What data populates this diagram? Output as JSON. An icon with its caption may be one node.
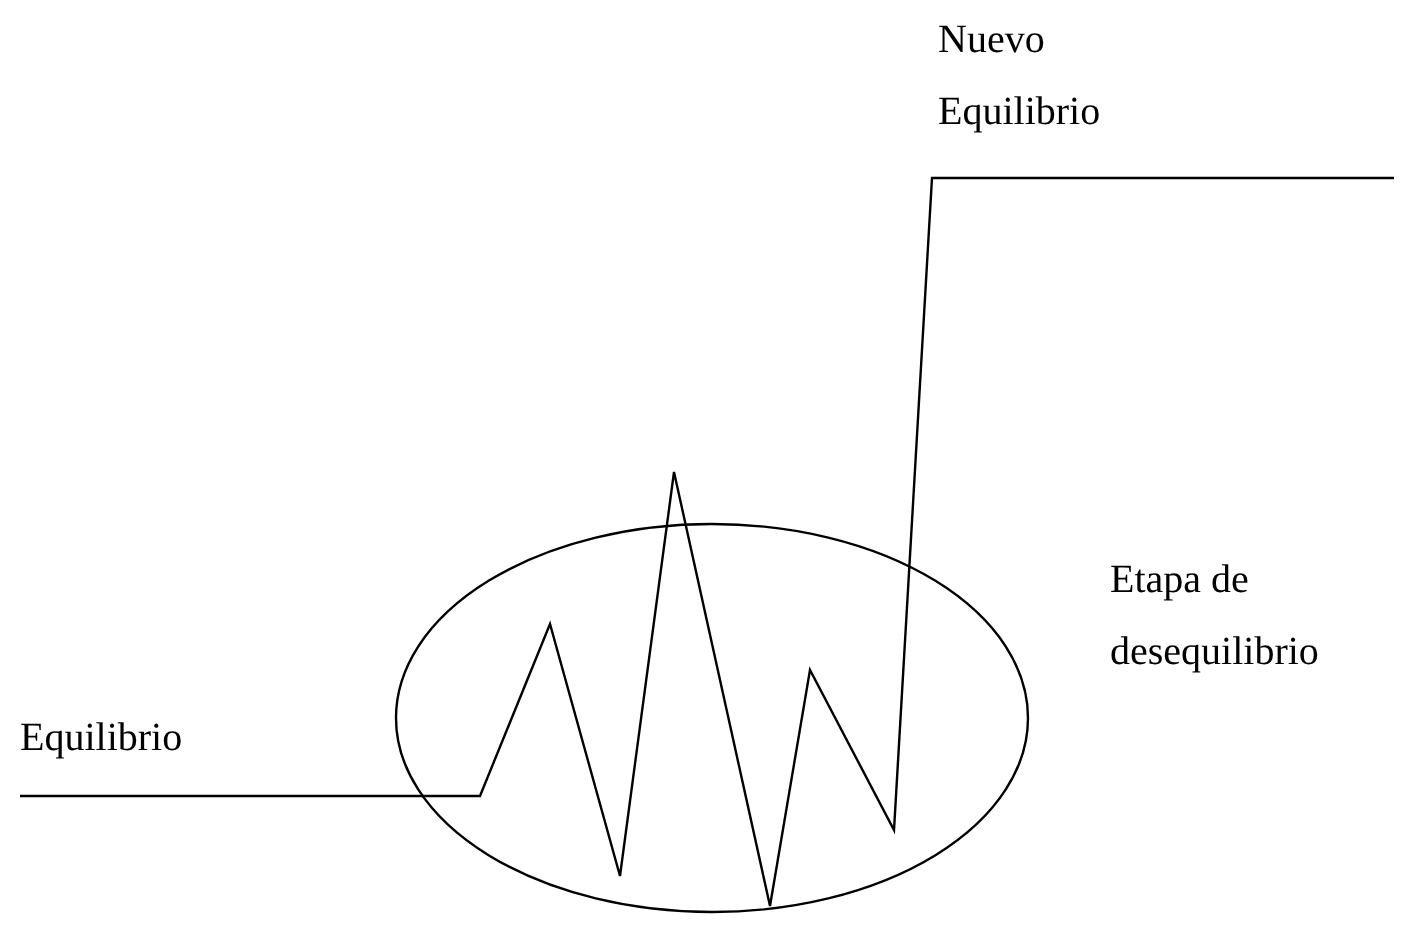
{
  "diagram": {
    "nodes": [
      {
        "text": [],
        "shape": "ellipse",
        "beside": [
          "Etapa de desequilibrio"
        ]
      }
    ],
    "labels": [
      "Nuevo Equilibrio",
      "Equilibrio"
    ]
  }
}
